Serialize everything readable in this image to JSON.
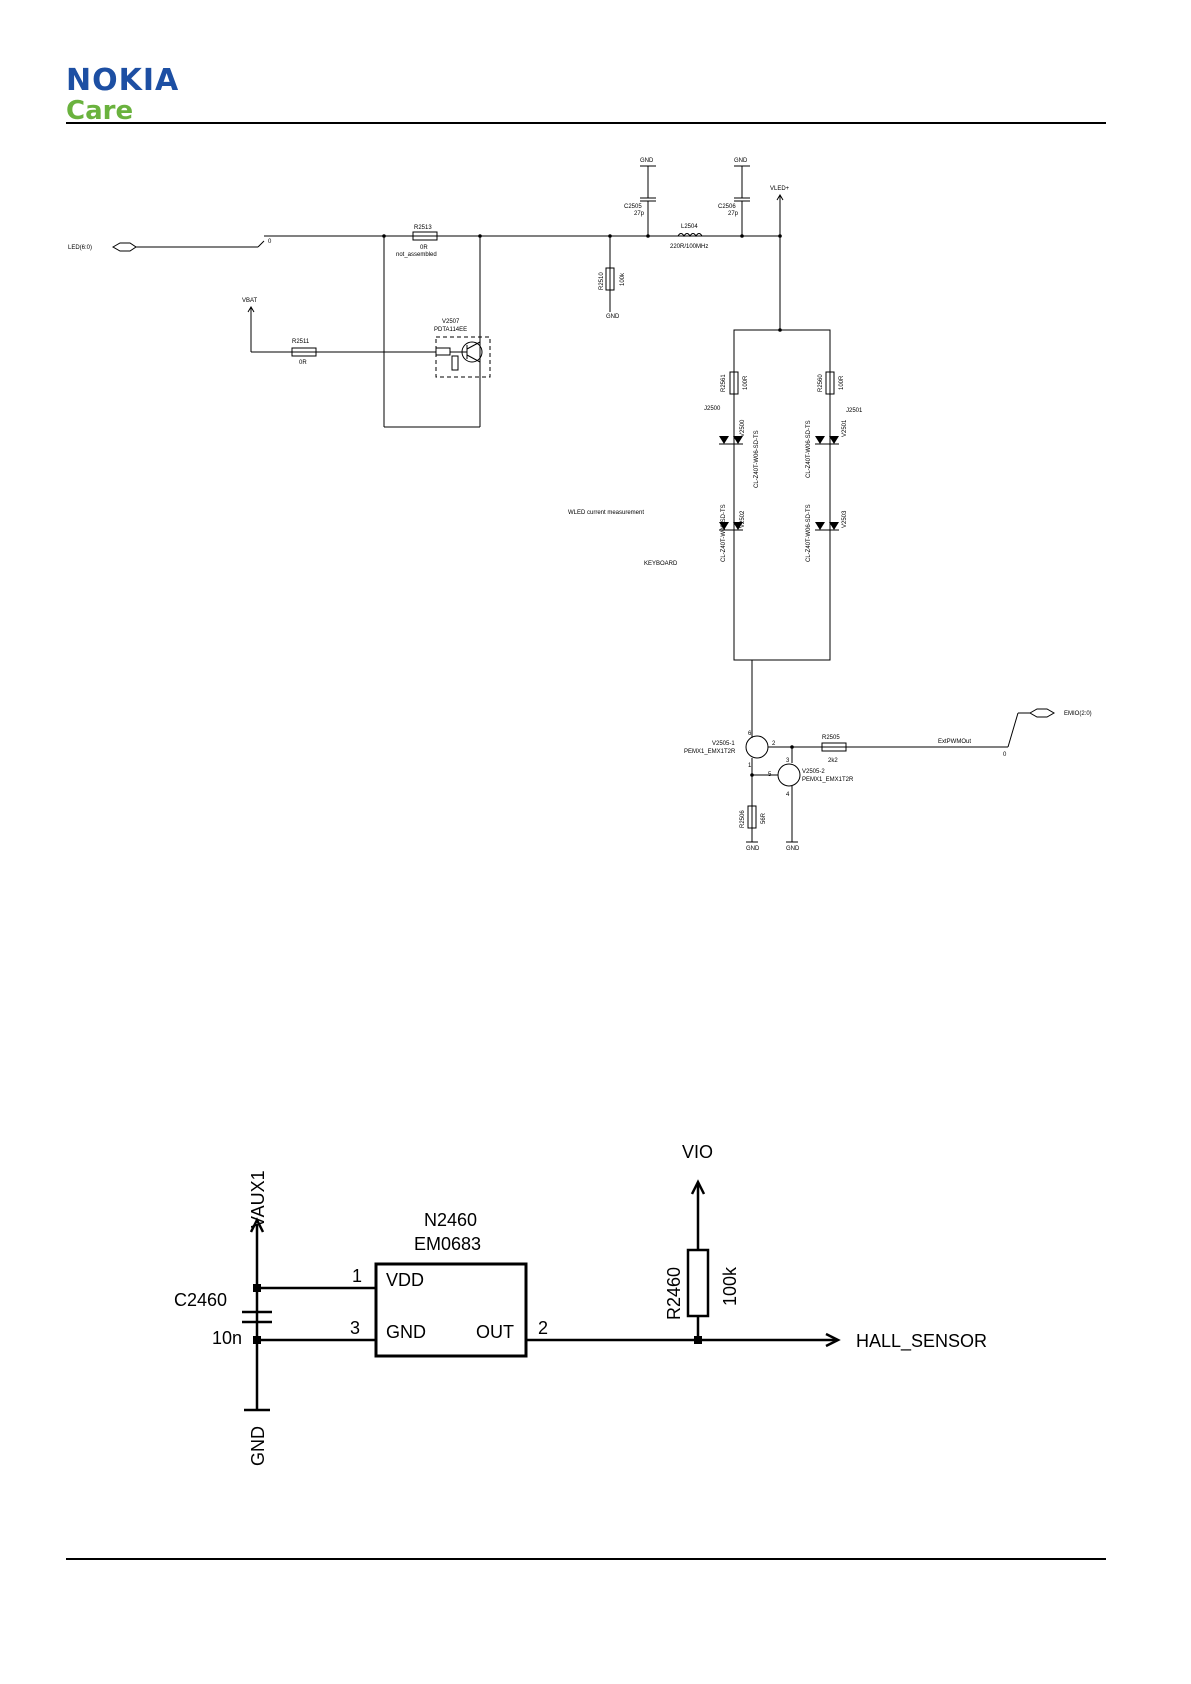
{
  "header": {
    "brand": "NOKIA",
    "sub": "Care"
  },
  "schematic1": {
    "led_port": "LED(6:0)",
    "led_pin": "0",
    "vbat": "VBAT",
    "r2513": "R2513",
    "r2513_val": "0R",
    "r2513_note": "not_assembled",
    "r2511": "R2511",
    "r2511_val": "0R",
    "v2507": "V2507",
    "v2507_part": "PDTA114EE",
    "gnd": "GND",
    "c2505": "C2505",
    "c2505_val": "27p",
    "c2506": "C2506",
    "c2506_val": "27p",
    "l2504": "L2504",
    "l2504_val": "220R/100MHz",
    "vled": "VLED+",
    "r2510": "R2510",
    "r2510_val": "100k",
    "r2561": "R2561",
    "r2561_val": "100R",
    "r2560": "R2560",
    "r2560_val": "100R",
    "j2500": "J2500",
    "j2501": "J2501",
    "v2500": "V2500",
    "v2501": "V2501",
    "v2502": "V2502",
    "v2503": "V2503",
    "led_part_a": "CL-Z40T-W06-SD-TS",
    "led_part_b": "CL-Z40T-W06-SD-TS",
    "wled_note": "WLED current measurement",
    "keyboard": "KEYBOARD",
    "v2505_1": "V2505-1",
    "v2505_part": "PEMX1_EMX1T2R",
    "v2505_2": "V2505-2",
    "v2505_2_part": "PEMX1_EMX1T2R",
    "r2505": "R2505",
    "r2505_val": "2k2",
    "r2506": "R2506",
    "r2506_val": "56R",
    "pwm": "ExtPWMOut",
    "emio": "EMIO(2:0)",
    "pin_6": "6",
    "pin_2": "2",
    "pin_1": "1",
    "pin_3": "3",
    "pin_5": "5",
    "pin_4": "4",
    "pin_0": "0"
  },
  "schematic2": {
    "vio": "VIO",
    "vaux": "VAUX1",
    "ic_ref": "N2460",
    "ic_part": "EM0683",
    "vdd": "VDD",
    "gnd_pin": "GND",
    "out": "OUT",
    "pin1": "1",
    "pin3": "3",
    "pin2": "2",
    "c_ref": "C2460",
    "c_val": "10n",
    "r_ref": "R2460",
    "r_val": "100k",
    "hall": "HALL_SENSOR",
    "gnd": "GND"
  }
}
